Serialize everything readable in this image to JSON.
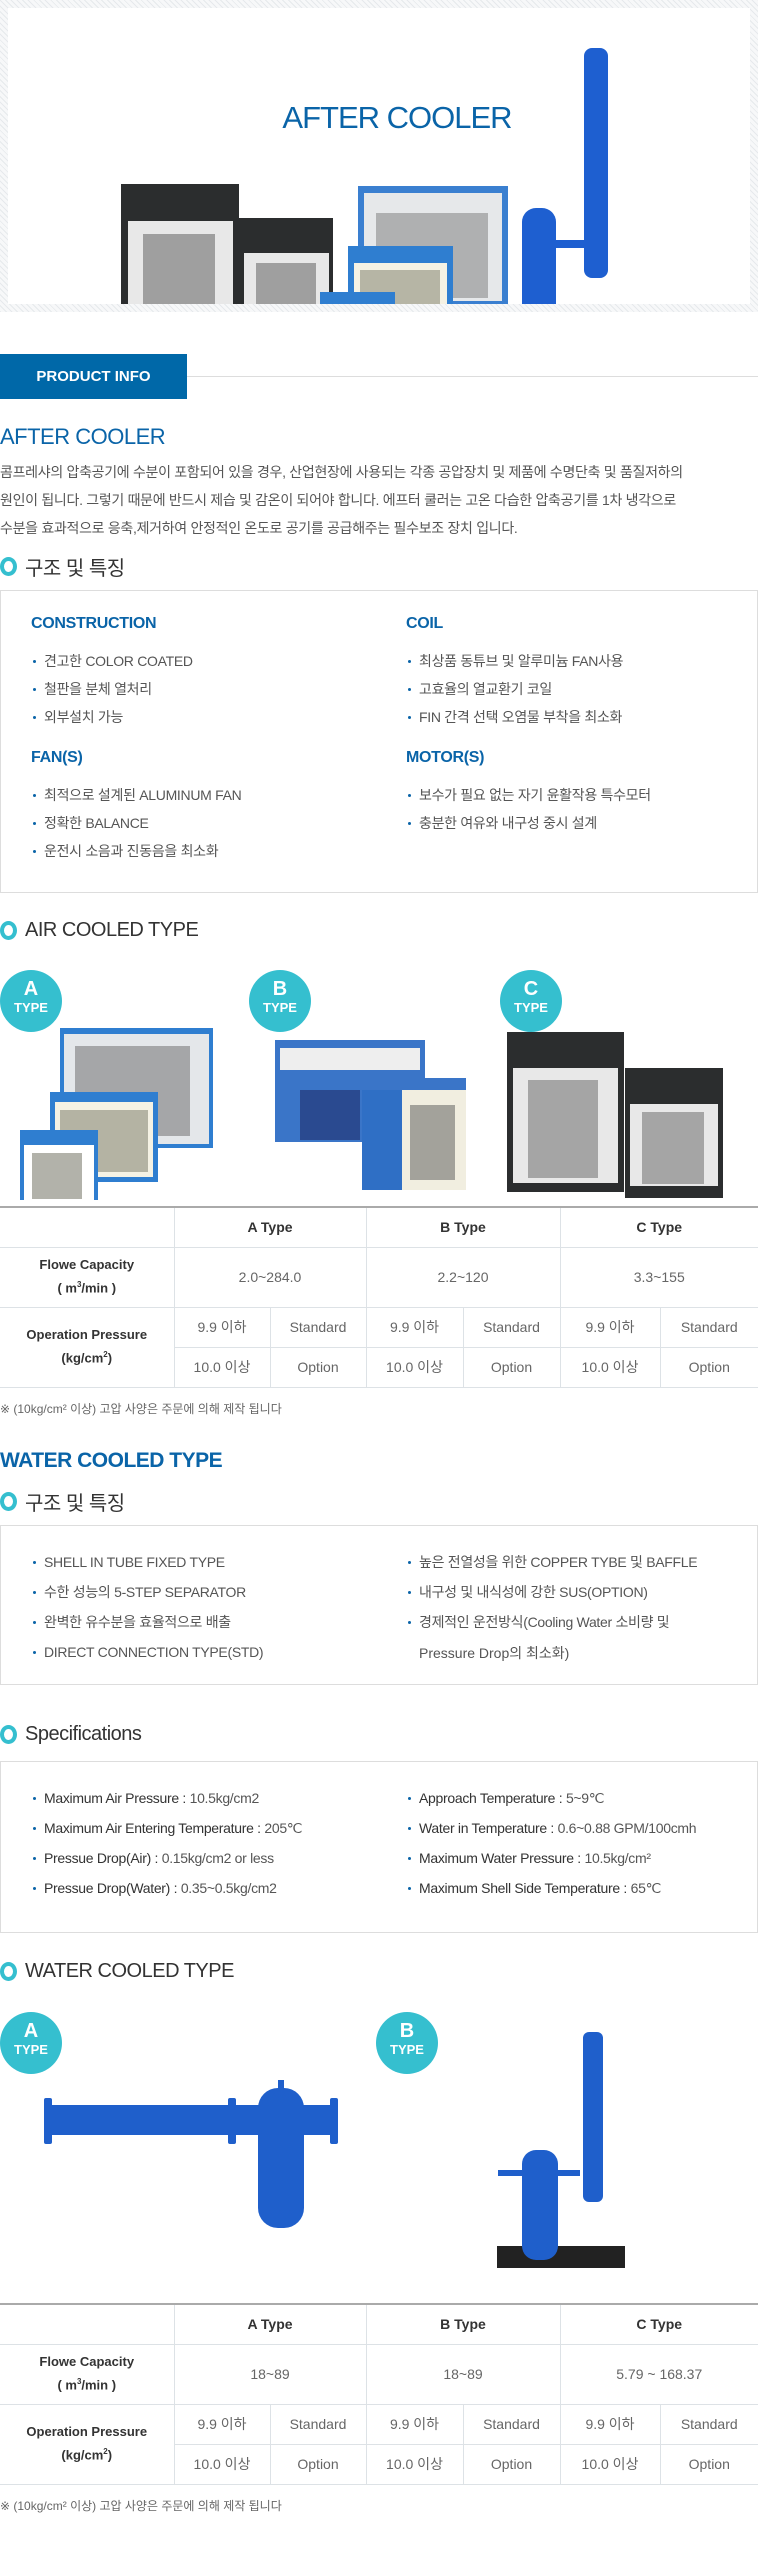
{
  "banner": {
    "title": "AFTER COOLER"
  },
  "tab": {
    "label": "PRODUCT INFO"
  },
  "intro": {
    "title": "AFTER COOLER",
    "lines": [
      "콤프레샤의 압축공기에 수분이 포함되어 있을 경우, 산업현장에 사용되는 각종 공압장치 및 제품에 수명단축 및 품질저하의",
      "원인이 됩니다. 그렇기 때문에 반드시 제습 및 감온이 되어야 합니다. 에프터 쿨러는 고온 다습한 압축공기를 1차 냉각으로",
      "수분을 효과적으로 응축,제거하여 안정적인 온도로 공기를 공급해주는 필수보조 장치 입니다."
    ]
  },
  "features": {
    "heading": "구조 및 특징",
    "groups": [
      {
        "title": "CONSTRUCTION",
        "items": [
          "견고한 COLOR COATED",
          "철판을 분체 열처리",
          "외부설치 가능"
        ]
      },
      {
        "title": "COIL",
        "items": [
          "최상품 동튜브 및 알루미늄 FAN사용",
          "고효율의 열교환기 코일",
          "FIN 간격 선택 오염물 부착을 최소화"
        ]
      },
      {
        "title": "FAN(S)",
        "items": [
          "최적으로 설계된 ALUMINUM FAN",
          "정확한 BALANCE",
          "운전시 소음과 진동음을 최소화"
        ]
      },
      {
        "title": "MOTOR(S)",
        "items": [
          "보수가 필요 없는 자기 윤활작용 특수모터",
          "충분한 여유와 내구성 중시 설계"
        ]
      }
    ]
  },
  "air": {
    "heading": "AIR COOLED TYPE",
    "badges": [
      {
        "letter": "A",
        "type": "TYPE"
      },
      {
        "letter": "B",
        "type": "TYPE"
      },
      {
        "letter": "C",
        "type": "TYPE"
      }
    ],
    "table": {
      "headers": [
        "A Type",
        "B Type",
        "C Type"
      ],
      "flow_label": "Flowe Capacity",
      "flow_unit_pre": "( m",
      "flow_unit_sup": "3",
      "flow_unit_post": "/min )",
      "flow": [
        "2.0~284.0",
        "2.2~120",
        "3.3~155"
      ],
      "press_label": "Operation Pressure",
      "press_unit": "(kg/cm",
      "press_sup": "2",
      "press_close": ")",
      "row1": [
        "9.9 이하",
        "Standard"
      ],
      "row2": [
        "10.0 이상",
        "Option"
      ]
    },
    "note": "※ (10kg/cm² 이상) 고압 사양은 주문에 의해 제작 됩니다"
  },
  "water": {
    "title": "WATER COOLED TYPE",
    "features_heading": "구조 및 특징",
    "features_left": [
      "SHELL IN TUBE FIXED TYPE",
      "수한 성능의 5-STEP SEPARATOR",
      "완벽한 유수분을 효율적으로 배출",
      "DIRECT CONNECTION TYPE(STD)"
    ],
    "features_right": [
      "높은 전열성을 위한 COPPER TYBE 및 BAFFLE",
      "내구성 및 내식성에 강한 SUS(OPTION)",
      "경제적인 운전방식(Cooling Water 소비량 및",
      "Pressure Drop의 최소화)"
    ],
    "spec_heading": "Specifications",
    "specs_left": [
      {
        "k": "Maximum Air Pressure : ",
        "v": "10.5kg/cm2"
      },
      {
        "k": "Maximum Air Entering Temperature : ",
        "v": "205℃"
      },
      {
        "k": "Pressue Drop(Air) : ",
        "v": "0.15kg/cm2 or less"
      },
      {
        "k": "Pressue Drop(Water) : ",
        "v": "0.35~0.5kg/cm2"
      }
    ],
    "specs_right": [
      {
        "k": "Approach Temperature : ",
        "v": "5~9℃"
      },
      {
        "k": "Water in Temperature : ",
        "v": "0.6~0.88 GPM/100cmh"
      },
      {
        "k": "Maximum Water Pressure : ",
        "v": "10.5kg/cm²"
      },
      {
        "k": "Maximum Shell Side Temperature : ",
        "v": "65℃"
      }
    ],
    "type_heading": "WATER COOLED TYPE",
    "badges": [
      {
        "letter": "A",
        "type": "TYPE"
      },
      {
        "letter": "B",
        "type": "TYPE"
      }
    ],
    "table": {
      "headers": [
        "A Type",
        "B Type",
        "C Type"
      ],
      "flow": [
        "18~89",
        "18~89",
        "5.79 ~ 168.37"
      ]
    },
    "note": "※ (10kg/cm² 이상) 고압 사양은 주문에 의해 제작 됩니다"
  },
  "colors": {
    "brand": "#0068a8",
    "accent": "#35bfcf"
  }
}
